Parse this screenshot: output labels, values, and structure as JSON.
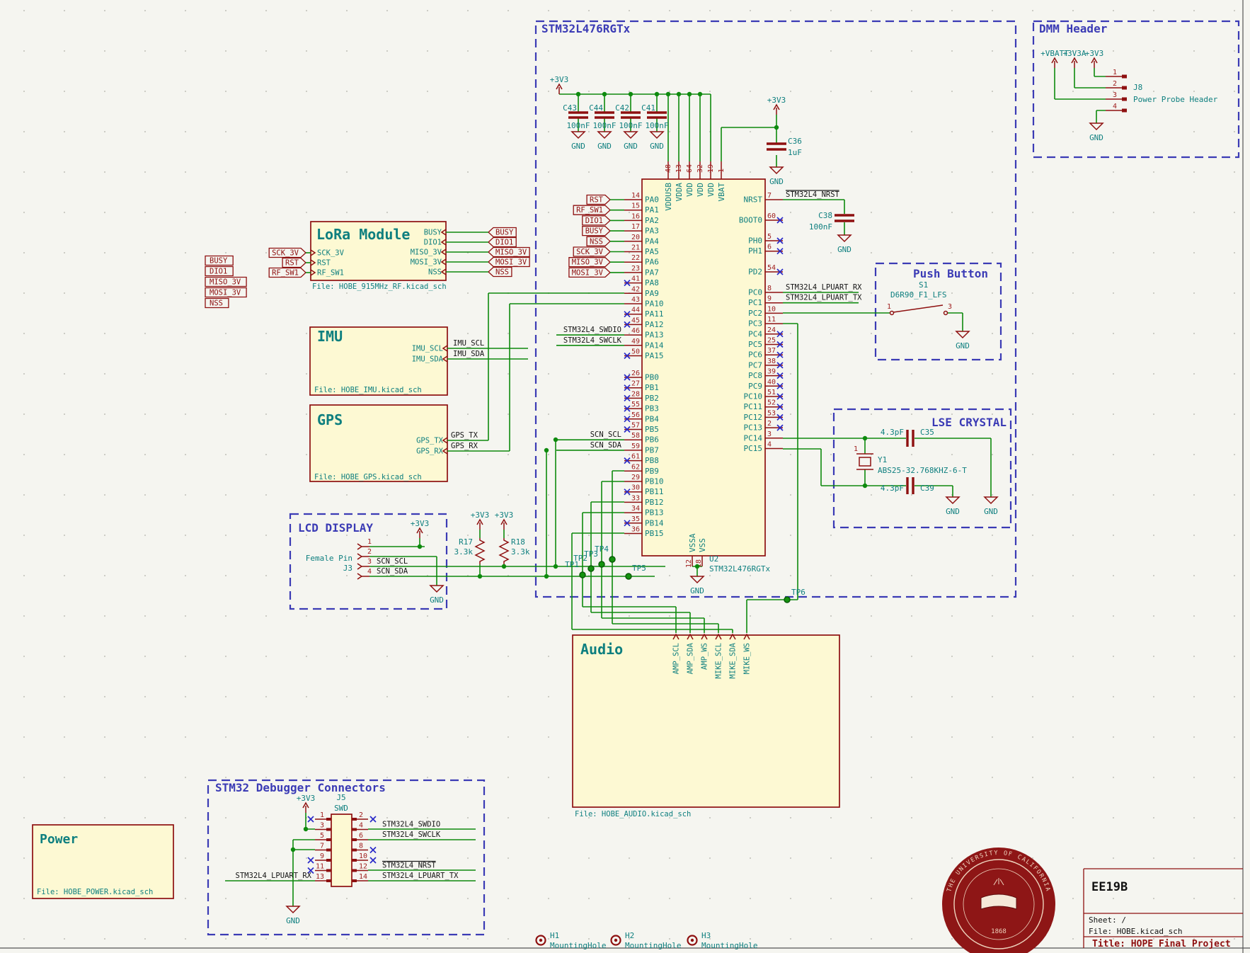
{
  "schematic": {
    "power": {
      "p3v3": "+3V3",
      "gnd": "GND",
      "vbatt": "+VBATT",
      "p3v3a": "+3V3A"
    },
    "nets": {
      "swdio": "STM32L4_SWDIO",
      "swclk": "STM32L4_SWCLK",
      "nrst": "STM32L4_NRST",
      "lpuart_rx": "STM32L4_LPUART_RX",
      "lpuart_tx": "STM32L4_LPUART_TX",
      "scn_scl": "SCN_SCL",
      "scn_sda": "SCN_SDA",
      "imu_scl": "IMU_SCL",
      "imu_sda": "IMU_SDA",
      "gps_tx": "GPS_TX",
      "gps_rx": "GPS_RX"
    },
    "groups": {
      "stm32": {
        "title": "STM32L476RGTx"
      },
      "dmm": {
        "title": "DMM Header"
      },
      "push_button": {
        "title": "Push Button",
        "ref": "S1",
        "value": "D6R90_F1_LFS",
        "pins": [
          "1",
          "3"
        ]
      },
      "lse": {
        "title": "LSE CRYSTAL"
      },
      "lcd": {
        "title": "LCD DISPLAY",
        "connector_ref": "J3",
        "connector_name": "Female Pin",
        "pin_numbers": [
          "1",
          "2",
          "3",
          "4"
        ],
        "pin_nets": [
          "",
          "",
          "SCN_SCL",
          "SCN_SDA"
        ]
      },
      "debugger": {
        "title": "STM32 Debugger Connectors",
        "ref": "J5",
        "name": "SWD",
        "rows": [
          {
            "left": "1",
            "right": "2",
            "left_nc": true,
            "right_nc": true
          },
          {
            "left": "3",
            "right": "4",
            "right_label": "STM32L4_SWDIO"
          },
          {
            "left": "5",
            "right": "6",
            "right_label": "STM32L4_SWCLK"
          },
          {
            "left": "7",
            "right": "8",
            "right_nc": true
          },
          {
            "left": "9",
            "right": "10",
            "left_nc": true,
            "right_nc": true
          },
          {
            "left": "11",
            "right": "12",
            "left_nc": true,
            "right_label": "STM32L4_NRST",
            "right_overline": true
          },
          {
            "left": "13",
            "right": "14",
            "left_label": "STM32L4_LPUART_RX",
            "right_label": "STM32L4_LPUART_TX"
          }
        ]
      }
    },
    "mcu": {
      "designator": "U2",
      "value": "STM32L476RGTx",
      "top_pins": [
        {
          "num": "48",
          "name": "VDDUSB"
        },
        {
          "num": "13",
          "name": "VDDA"
        },
        {
          "num": "64",
          "name": "VDD"
        },
        {
          "num": "32",
          "name": "VDD"
        },
        {
          "num": "19",
          "name": "VDD"
        },
        {
          "num": "1",
          "name": "VBAT"
        }
      ],
      "bottom_pins": [
        {
          "num": "12",
          "name": "VSSA"
        },
        {
          "num": "18",
          "name": "VSS"
        }
      ],
      "left_groups": [
        [
          {
            "num": "14",
            "name": "PA0",
            "conn": "w"
          },
          {
            "num": "15",
            "name": "PA1",
            "conn": "w"
          },
          {
            "num": "16",
            "name": "PA2",
            "conn": "w"
          },
          {
            "num": "17",
            "name": "PA3",
            "conn": "w"
          },
          {
            "num": "20",
            "name": "PA4",
            "conn": "w"
          },
          {
            "num": "21",
            "name": "PA5",
            "conn": "w"
          },
          {
            "num": "22",
            "name": "PA6",
            "conn": "w"
          },
          {
            "num": "23",
            "name": "PA7",
            "conn": "w"
          },
          {
            "num": "41",
            "name": "PA8",
            "conn": "x"
          },
          {
            "num": "42",
            "name": "PA9",
            "conn": "w"
          },
          {
            "num": "43",
            "name": "PA10",
            "conn": "w"
          },
          {
            "num": "44",
            "name": "PA11",
            "conn": "x"
          },
          {
            "num": "45",
            "name": "PA12",
            "conn": "x"
          },
          {
            "num": "46",
            "name": "PA13",
            "conn": "label",
            "label": "STM32L4_SWDIO"
          },
          {
            "num": "49",
            "name": "PA14",
            "conn": "label",
            "label": "STM32L4_SWCLK"
          },
          {
            "num": "50",
            "name": "PA15",
            "conn": "x"
          }
        ],
        [
          {
            "num": "26",
            "name": "PB0",
            "conn": "x"
          },
          {
            "num": "27",
            "name": "PB1",
            "conn": "x"
          },
          {
            "num": "28",
            "name": "PB2",
            "conn": "x"
          },
          {
            "num": "55",
            "name": "PB3",
            "conn": "x"
          },
          {
            "num": "56",
            "name": "PB4",
            "conn": "x"
          },
          {
            "num": "57",
            "name": "PB5",
            "conn": "x"
          },
          {
            "num": "58",
            "name": "PB6",
            "conn": "label",
            "label": "SCN_SCL"
          },
          {
            "num": "59",
            "name": "PB7",
            "conn": "label",
            "label": "SCN_SDA"
          },
          {
            "num": "61",
            "name": "PB8",
            "conn": "x"
          },
          {
            "num": "62",
            "name": "PB9",
            "conn": "w"
          },
          {
            "num": "29",
            "name": "PB10",
            "conn": "w"
          },
          {
            "num": "30",
            "name": "PB11",
            "conn": "x"
          },
          {
            "num": "33",
            "name": "PB12",
            "conn": "w"
          },
          {
            "num": "34",
            "name": "PB13",
            "conn": "w"
          },
          {
            "num": "35",
            "name": "PB14",
            "conn": "x"
          },
          {
            "num": "36",
            "name": "PB15",
            "conn": "w"
          }
        ]
      ],
      "right_groups": [
        [
          {
            "num": "7",
            "name": "NRST",
            "conn": "label",
            "label": "STM32L4_NRST",
            "overline": true,
            "short": true
          }
        ],
        [
          {
            "num": "60",
            "name": "BOOT0",
            "conn": "x"
          }
        ],
        [
          {
            "num": "5",
            "name": "PH0",
            "conn": "x"
          },
          {
            "num": "6",
            "name": "PH1",
            "conn": "x"
          }
        ],
        [
          {
            "num": "54",
            "name": "PD2",
            "conn": "x"
          }
        ],
        [
          {
            "num": "8",
            "name": "PC0",
            "conn": "label",
            "label": "STM32L4_LPUART_RX"
          },
          {
            "num": "9",
            "name": "PC1",
            "conn": "label",
            "label": "STM32L4_LPUART_TX"
          },
          {
            "num": "10",
            "name": "PC2",
            "conn": "w"
          },
          {
            "num": "11",
            "name": "PC3",
            "conn": "w"
          },
          {
            "num": "24",
            "name": "PC4",
            "conn": "x"
          },
          {
            "num": "25",
            "name": "PC5",
            "conn": "x"
          },
          {
            "num": "37",
            "name": "PC6",
            "conn": "x"
          },
          {
            "num": "38",
            "name": "PC7",
            "conn": "x"
          },
          {
            "num": "39",
            "name": "PC8",
            "conn": "x"
          },
          {
            "num": "40",
            "name": "PC9",
            "conn": "x"
          },
          {
            "num": "51",
            "name": "PC10",
            "conn": "x"
          },
          {
            "num": "52",
            "name": "PC11",
            "conn": "x"
          },
          {
            "num": "53",
            "name": "PC12",
            "conn": "x"
          },
          {
            "num": "2",
            "name": "PC13",
            "conn": "x"
          },
          {
            "num": "3",
            "name": "PC14",
            "conn": "w"
          },
          {
            "num": "4",
            "name": "PC15",
            "conn": "w"
          }
        ]
      ]
    },
    "bypass_caps": [
      {
        "ref": "C43",
        "value": "100nF"
      },
      {
        "ref": "C44",
        "value": "100nF"
      },
      {
        "ref": "C42",
        "value": "100nF"
      },
      {
        "ref": "C41",
        "value": "100nF"
      }
    ],
    "parts": {
      "c36": {
        "ref": "C36",
        "value": "1uF"
      },
      "c38": {
        "ref": "C38",
        "value": "100nF"
      },
      "c35": {
        "ref": "C35",
        "value": "4.3pF"
      },
      "c39": {
        "ref": "C39",
        "value": "4.3pF"
      },
      "y1": {
        "ref": "Y1",
        "value": "ABS25-32.768KHZ-6-T",
        "pin": "1"
      },
      "r17": {
        "ref": "R17",
        "value": "3.3k"
      },
      "r18": {
        "ref": "R18",
        "value": "3.3k"
      },
      "j8": {
        "ref": "J8",
        "name": "Power Probe Header",
        "pins": [
          "1",
          "2",
          "3",
          "4"
        ]
      }
    },
    "hier": {
      "far_left": [
        "BUSY",
        "DIO1",
        "MISO_3V",
        "MOSI_3V",
        "NSS"
      ],
      "lora_left": [
        "SCK_3V",
        "RST",
        "RF_SW1"
      ],
      "lora_right": [
        "BUSY",
        "DIO1",
        "MISO_3V",
        "MOSI_3V",
        "NSS"
      ],
      "mcu_left": [
        "RST",
        "RF_SW1",
        "DIO1",
        "BUSY",
        "NSS",
        "SCK_3V",
        "MISO_3V",
        "MOSI_3V"
      ]
    },
    "sheets": {
      "lora": {
        "title": "LoRa Module",
        "file": "File: HOBE_915MHz_RF.kicad_sch",
        "left_pins": [
          "SCK_3V",
          "RST",
          "RF_SW1"
        ],
        "right_pins": [
          "BUSY",
          "DIO1",
          "MISO_3V",
          "MOSI_3V",
          "NSS"
        ]
      },
      "imu": {
        "title": "IMU",
        "file": "File: HOBE_IMU.kicad_sch",
        "right_pins": [
          "IMU_SCL",
          "IMU_SDA"
        ]
      },
      "gps": {
        "title": "GPS",
        "file": "File: HOBE_GPS.kicad_sch",
        "right_pins": [
          "GPS_TX",
          "GPS_RX"
        ]
      },
      "audio": {
        "title": "Audio",
        "file": "File: HOBE_AUDIO.kicad_sch",
        "top_pins": [
          "AMP_SCL",
          "AMP_SDA",
          "AMP_WS",
          "MIKE_SCL",
          "MIKE_SDA",
          "MIKE_WS"
        ]
      },
      "power": {
        "title": "Power",
        "file": "File: HOBE_POWER.kicad_sch"
      }
    },
    "testpoints": [
      "TP1",
      "TP2",
      "TP3",
      "TP4",
      "TP5",
      "TP6"
    ],
    "mounting": {
      "refs": [
        "H1",
        "H2",
        "H3"
      ],
      "label": "MountingHole"
    },
    "titleblock": {
      "project": "EE19B",
      "sheet": "Sheet: /",
      "file": "File: HOBE.kicad_sch",
      "title": "Title: HOPE Final Project"
    },
    "seal": {
      "ring": "THE UNIVERSITY OF CALIFORNIA",
      "year": "1868"
    }
  }
}
